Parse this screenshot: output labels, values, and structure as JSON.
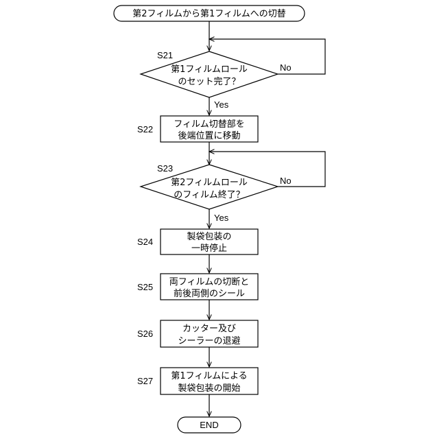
{
  "start": "第2フィルムから第1フィルムへの切替",
  "end": "END",
  "yes_label": "Yes",
  "no_label": "No",
  "steps": {
    "s21": {
      "id": "S21",
      "line1": "第1フィルムロール",
      "line2": "のセット完了？"
    },
    "s22": {
      "id": "S22",
      "line1": "フィルム切替部を",
      "line2": "後端位置に移動"
    },
    "s23": {
      "id": "S23",
      "line1": "第2フィルムロール",
      "line2": "のフィルム終了？"
    },
    "s24": {
      "id": "S24",
      "line1": "製袋包装の",
      "line2": "一時停止"
    },
    "s25": {
      "id": "S25",
      "line1": "両フィルムの切断と",
      "line2": "前後両側のシール"
    },
    "s26": {
      "id": "S26",
      "line1": "カッター及び",
      "line2": "シーラーの退避"
    },
    "s27": {
      "id": "S27",
      "line1": "第1フィルムによる",
      "line2": "製袋包装の開始"
    }
  }
}
